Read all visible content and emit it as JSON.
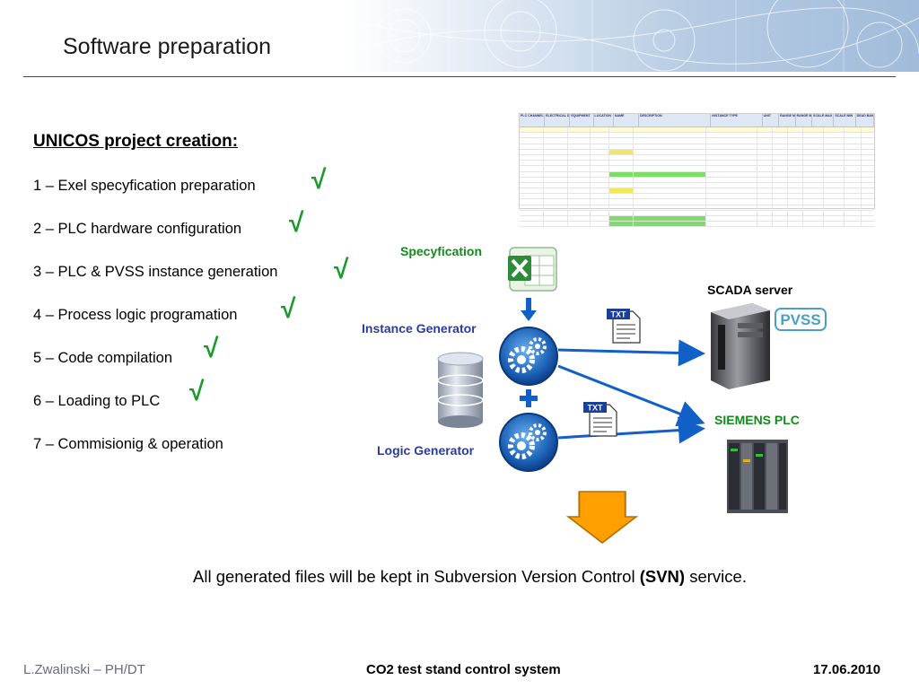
{
  "slide": {
    "title": "Software preparation",
    "heading": "UNICOS project creation:",
    "steps": [
      "1 – Exel specyfication preparation",
      "2 – PLC hardware configuration",
      "3 – PLC & PVSS instance generation",
      "4 – Process logic programation",
      "5 – Code compilation",
      "6 – Loading to PLC",
      "7 – Commisionig & operation"
    ],
    "check_glyph": "√"
  },
  "diagram": {
    "specyfication_label": "Specyfication",
    "instance_generator_label": "Instance Generator",
    "logic_generator_label": "Logic Generator",
    "scada_label": "SCADA server",
    "plc_label": "SIEMENS PLC",
    "pvss_logo": "PVSS",
    "txt_icon": "TXT",
    "colors": {
      "green": "#138a1c",
      "blue": "#2c3c9c",
      "arrow": "#1060c8",
      "orange": "#ffa000"
    }
  },
  "spreadsheet": {
    "columns": [
      "PLC CHANNEL",
      "ELECTRICAL DIAGRAM",
      "EQUIPMENT",
      "LOCATION",
      "NAME",
      "DESCRIPTION",
      "INSTANCE TYPE",
      "UNIT",
      "RANGE MAX",
      "RANGE MIN",
      "SCALE MAX",
      "SCALE MIN",
      "DEAD BAND (%)"
    ]
  },
  "notice": {
    "before": "All generated files will be kept in Subversion Version Control ",
    "bold": "(SVN)",
    "after": " service."
  },
  "footer": {
    "author": "L.Zwalinski – PH/DT",
    "center": "CO2 test stand control system",
    "date": "17.06.2010"
  }
}
